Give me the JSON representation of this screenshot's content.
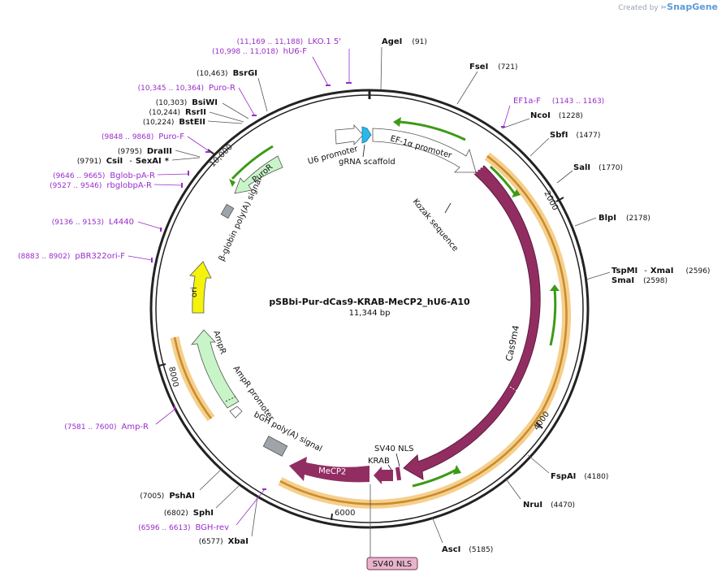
{
  "credit": {
    "prefix": "Created by",
    "brand": "SnapGene",
    "icon": "snapgene-logo-icon"
  },
  "plasmid": {
    "name": "pSBbi-Pur-dCas9-KRAB-MeCP2_hU6-A10",
    "size": "11,344 bp"
  },
  "colors": {
    "backbone": "#222222",
    "site_label": "#111111",
    "primer": "#9a2ccb",
    "cas9": "#922d62",
    "ori": "#f5f20c",
    "puro": "#c8f5c8",
    "primer_arrow": "#3d9a17",
    "feature_halo": "#f0b450",
    "promoter_fill": "#ffffff",
    "grna": "#2ab8e8",
    "polyA": "#9ea4aa",
    "sv40_box": "#e8b4cc"
  },
  "ticks": [
    {
      "label": "2000"
    },
    {
      "label": "4000"
    },
    {
      "label": "6000"
    },
    {
      "label": "8000"
    },
    {
      "label": "10,000"
    }
  ],
  "sites_right": [
    {
      "name": "AgeI",
      "pos": "(91)"
    },
    {
      "name": "FseI",
      "pos": "(721)"
    },
    {
      "name": "NcoI",
      "pos": "(1228)"
    },
    {
      "name": "SbfI",
      "pos": "(1477)"
    },
    {
      "name": "SalI",
      "pos": "(1770)"
    },
    {
      "name": "BlpI",
      "pos": "(2178)"
    },
    {
      "name": "TspMI",
      "sep": "-",
      "name2": "XmaI",
      "pos": "(2596)"
    },
    {
      "name": "SmaI",
      "pos": "(2598)"
    },
    {
      "name": "FspAI",
      "pos": "(4180)"
    },
    {
      "name": "NruI",
      "pos": "(4470)"
    },
    {
      "name": "AscI",
      "pos": "(5185)"
    }
  ],
  "sites_left": [
    {
      "name": "BsrGI",
      "pos": "(10,463)"
    },
    {
      "name": "BsiWI",
      "pos": "(10,303)"
    },
    {
      "name": "RsrII",
      "pos": "(10,244)"
    },
    {
      "name": "BstEII",
      "pos": "(10,224)"
    },
    {
      "name": "DraIII",
      "pos": "(9795)"
    },
    {
      "name": "CsiI",
      "sep": "-",
      "name2": "SexAI",
      "mark": "*",
      "pos": "(9791)"
    },
    {
      "name": "PshAI",
      "pos": "(7005)"
    },
    {
      "name": "SphI",
      "pos": "(6802)"
    },
    {
      "name": "XbaI",
      "pos": "(6577)"
    }
  ],
  "primers": [
    {
      "range": "(11,169 .. 11,188)",
      "name": "LKO.1 5'"
    },
    {
      "range": "(10,998 .. 11,018)",
      "name": "hU6-F"
    },
    {
      "range": "(10,345 .. 10,364)",
      "name": "Puro-R"
    },
    {
      "range": "(9848 .. 9868)",
      "name": "Puro-F"
    },
    {
      "range": "(9646 .. 9665)",
      "name": "Bglob-pA-R"
    },
    {
      "range": "(9527 .. 9546)",
      "name": "rbglobpA-R"
    },
    {
      "range": "(9136 .. 9153)",
      "name": "L4440"
    },
    {
      "range": "(8883 .. 8902)",
      "name": "pBR322ori-F"
    },
    {
      "range": "(7581 .. 7600)",
      "name": "Amp-R"
    },
    {
      "range": "(6596 .. 6613)",
      "name": "BGH-rev"
    },
    {
      "name": "EF1a-F",
      "range": "(1143 .. 1163)"
    }
  ],
  "features": {
    "u6": "U6 promoter",
    "grna": "gRNA scaffold",
    "ef1a": "EF-1α promoter",
    "kozak": "Kozak sequence",
    "cas9": "Cas9m4",
    "sv40_nls": "SV40 NLS",
    "krab": "KRAB",
    "mecp2": "MeCP2",
    "bgh": "bGH poly(A) signal",
    "ampr_promoter": "AmpR promoter",
    "ampr": "AmpR",
    "ori": "ori",
    "bglobin": "β-globin poly(A) signal",
    "puror": "PuroR",
    "sv40_box": "SV40 NLS"
  }
}
